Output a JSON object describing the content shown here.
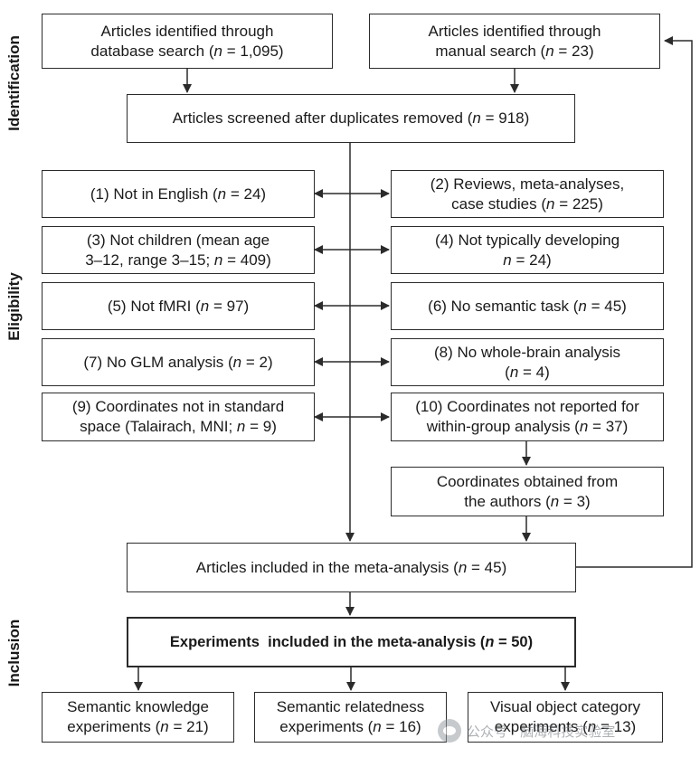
{
  "stages": {
    "identification": "Identification",
    "eligibility": "Eligibility",
    "inclusion": "Inclusion"
  },
  "boxes": {
    "database_search": {
      "l1": "Articles identified through",
      "l2": "database search (n = 1,095)"
    },
    "manual_search": {
      "l1": "Articles identified through",
      "l2": "manual search (n = 23)"
    },
    "screened": {
      "l1": "Articles screened after duplicates removed (n = 918)"
    },
    "ex1": {
      "l1": "(1) Not in English (n = 24)"
    },
    "ex2": {
      "l1": "(2) Reviews, meta-analyses,",
      "l2": "case studies (n = 225)"
    },
    "ex3": {
      "l1": "(3) Not children (mean age",
      "l2": "3–12, range 3–15; n = 409)"
    },
    "ex4": {
      "l1": "(4) Not typically developing",
      "l2": "n = 24)"
    },
    "ex5": {
      "l1": "(5) Not fMRI (n = 97)"
    },
    "ex6": {
      "l1": "(6) No semantic task (n = 45)"
    },
    "ex7": {
      "l1": "(7) No GLM analysis (n = 2)"
    },
    "ex8": {
      "l1": "(8) No whole-brain analysis",
      "l2": "(n = 4)"
    },
    "ex9": {
      "l1": "(9) Coordinates not in standard",
      "l2": "space (Talairach, MNI; n = 9)"
    },
    "ex10": {
      "l1": "(10) Coordinates not reported for",
      "l2": "within-group analysis (n = 37)"
    },
    "obtained": {
      "l1": "Coordinates obtained from",
      "l2": "the authors (n = 3)"
    },
    "included": {
      "l1": "Articles included in the meta-analysis (n = 45)"
    },
    "experiments": {
      "l1": "Experiments  included in the meta-analysis (n = 50)"
    },
    "knowledge": {
      "l1": "Semantic knowledge",
      "l2": "experiments (n = 21)"
    },
    "relatedness": {
      "l1": "Semantic relatedness",
      "l2": "experiments (n = 16)"
    },
    "visual": {
      "l1": "Visual object category",
      "l2": "experiments (n = 13)"
    }
  },
  "watermark": "公众号 · 脑海科技实验室",
  "colors": {
    "line": "#2b2b2b",
    "text": "#1a1a1a"
  }
}
